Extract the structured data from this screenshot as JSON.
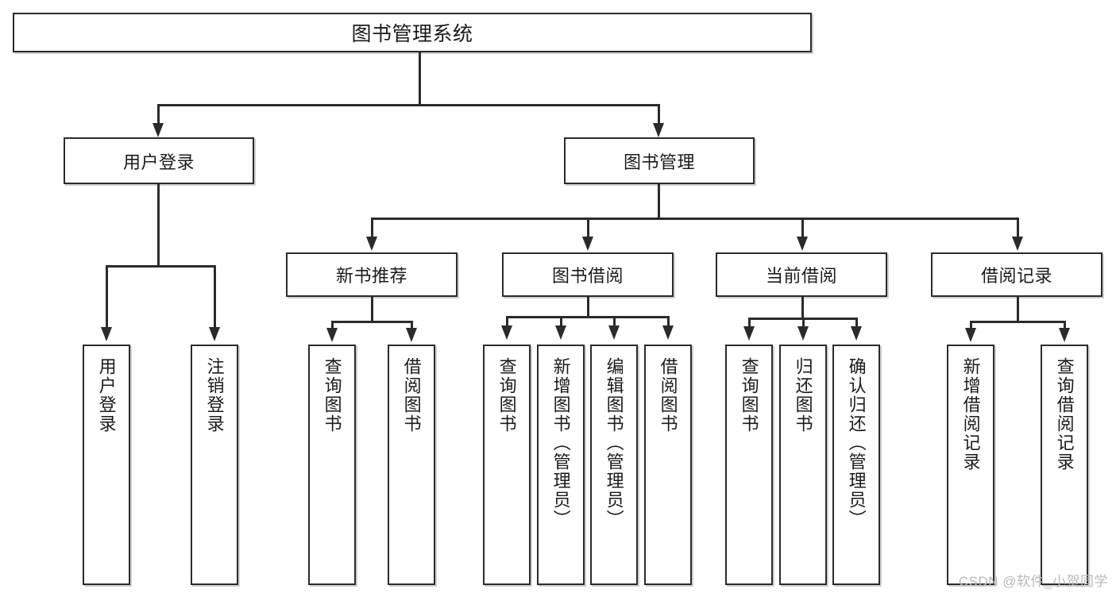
{
  "diagram": {
    "type": "tree",
    "title": "图书管理系统",
    "watermark": "CSDN @软件_小贺同学",
    "root": {
      "label": "图书管理系统"
    },
    "level1": [
      {
        "label": "用户登录"
      },
      {
        "label": "图书管理"
      }
    ],
    "level2": [
      {
        "label": "新书推荐"
      },
      {
        "label": "图书借阅"
      },
      {
        "label": "当前借阅"
      },
      {
        "label": "借阅记录"
      }
    ],
    "leaves": {
      "user_login": [
        {
          "label": "用户登录"
        },
        {
          "label": "注销登录"
        }
      ],
      "new_book_recommend": [
        {
          "label": "查询图书"
        },
        {
          "label": "借阅图书"
        }
      ],
      "book_borrow": [
        {
          "label": "查询图书"
        },
        {
          "label": "新增图书（管理员）"
        },
        {
          "label": "编辑图书（管理员）"
        },
        {
          "label": "借阅图书"
        }
      ],
      "current_borrow": [
        {
          "label": "查询图书"
        },
        {
          "label": "归还图书"
        },
        {
          "label": "确认归还（管理员）"
        }
      ],
      "borrow_record": [
        {
          "label": "新增借阅记录"
        },
        {
          "label": "查询借阅记录"
        }
      ]
    },
    "colors": {
      "stroke": "#2b2b2b",
      "fill": "#ffffff",
      "text": "#1b1b1b",
      "watermark": "#b9b9b9"
    }
  }
}
